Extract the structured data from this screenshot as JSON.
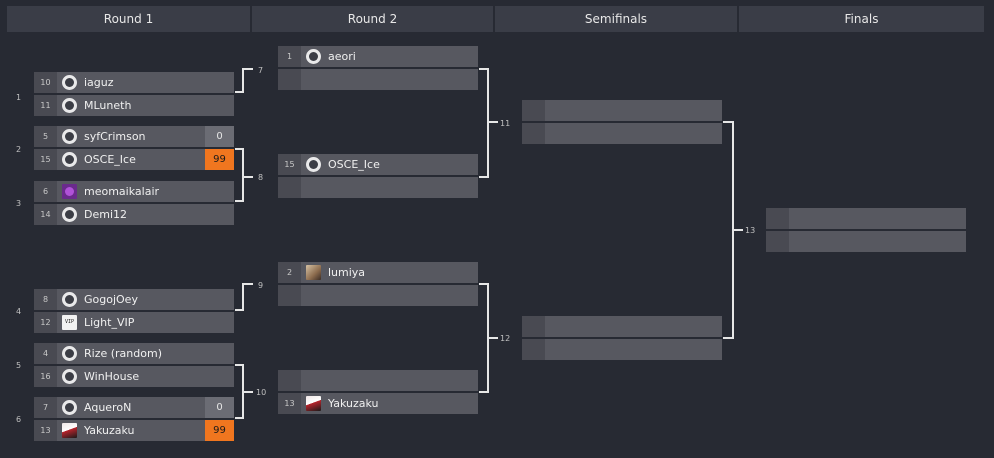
{
  "rounds": [
    "Round 1",
    "Round 2",
    "Semifinals",
    "Finals"
  ],
  "colors": {
    "background": "#272a33",
    "header": "#3a3d47",
    "slot": "#575860",
    "seed": "#494a52",
    "win_score": "#f0761f",
    "connector": "#e6e6e6"
  },
  "round1": [
    {
      "number": "1",
      "p1": {
        "seed": "10",
        "name": "iaguz",
        "avatar": "default-avatar-icon"
      },
      "p2": {
        "seed": "11",
        "name": "MLuneth",
        "avatar": "default-avatar-icon"
      }
    },
    {
      "number": "2",
      "p1": {
        "seed": "5",
        "name": "syfCrimson",
        "score": "0",
        "avatar": "default-avatar-icon"
      },
      "p2": {
        "seed": "15",
        "name": "OSCE_Ice",
        "score": "99",
        "avatar": "default-avatar-icon"
      }
    },
    {
      "number": "3",
      "p1": {
        "seed": "6",
        "name": "meomaikalair",
        "avatar": "purple-avatar-icon"
      },
      "p2": {
        "seed": "14",
        "name": "Demi12",
        "avatar": "default-avatar-icon"
      }
    },
    {
      "number": "4",
      "p1": {
        "seed": "8",
        "name": "GogojOey",
        "avatar": "default-avatar-icon"
      },
      "p2": {
        "seed": "12",
        "name": "Light_VIP",
        "avatar": "text-avatar-icon",
        "avatar_text": "VIP"
      }
    },
    {
      "number": "5",
      "p1": {
        "seed": "4",
        "name": "Rize (random)",
        "avatar": "default-avatar-icon"
      },
      "p2": {
        "seed": "16",
        "name": "WinHouse",
        "avatar": "default-avatar-icon"
      }
    },
    {
      "number": "6",
      "p1": {
        "seed": "7",
        "name": "AqueroN",
        "score": "0",
        "avatar": "default-avatar-icon"
      },
      "p2": {
        "seed": "13",
        "name": "Yakuzaku",
        "score": "99",
        "avatar": "photo-avatar-icon"
      }
    }
  ],
  "round2": [
    {
      "number": "7",
      "p1": {
        "seed": "1",
        "name": "aeori",
        "avatar": "default-avatar-icon"
      },
      "p2": {
        "seed": "",
        "name": ""
      }
    },
    {
      "number": "8",
      "p1": {
        "seed": "15",
        "name": "OSCE_Ice",
        "avatar": "default-avatar-icon"
      },
      "p2": {
        "seed": "",
        "name": ""
      }
    },
    {
      "number": "9",
      "p1": {
        "seed": "2",
        "name": "lumiya",
        "avatar": "photo-avatar-icon"
      },
      "p2": {
        "seed": "",
        "name": ""
      }
    },
    {
      "number": "10",
      "p1": {
        "seed": "",
        "name": ""
      },
      "p2": {
        "seed": "13",
        "name": "Yakuzaku",
        "avatar": "photo-avatar-icon"
      }
    }
  ],
  "semifinals": [
    {
      "number": "11"
    },
    {
      "number": "12"
    }
  ],
  "finals": [
    {
      "number": "13"
    }
  ]
}
